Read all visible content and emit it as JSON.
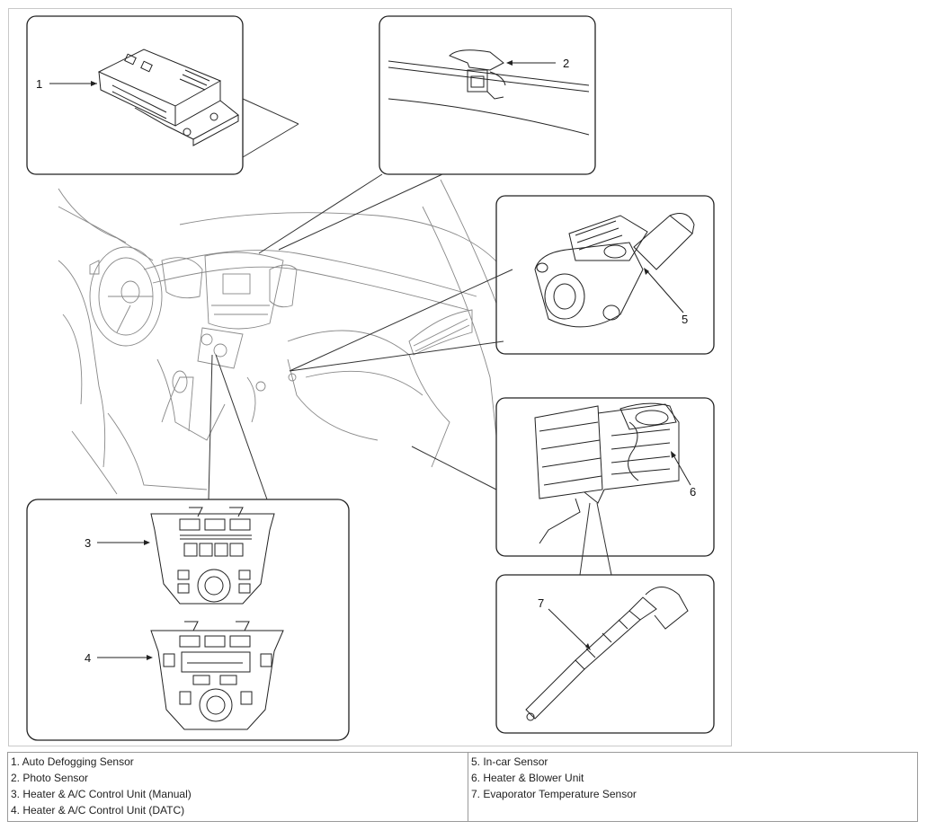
{
  "callouts": {
    "c1": "1",
    "c2": "2",
    "c3": "3",
    "c4": "4",
    "c5": "5",
    "c6": "6",
    "c7": "7"
  },
  "legend": {
    "left": [
      "1. Auto Defogging Sensor",
      "2. Photo Sensor",
      "3. Heater & A/C Control Unit (Manual)",
      "4. Heater & A/C Control Unit (DATC)"
    ],
    "right": [
      "5. In-car Sensor",
      "6. Heater & Blower Unit",
      "7. Evaporator Temperature Sensor"
    ]
  }
}
